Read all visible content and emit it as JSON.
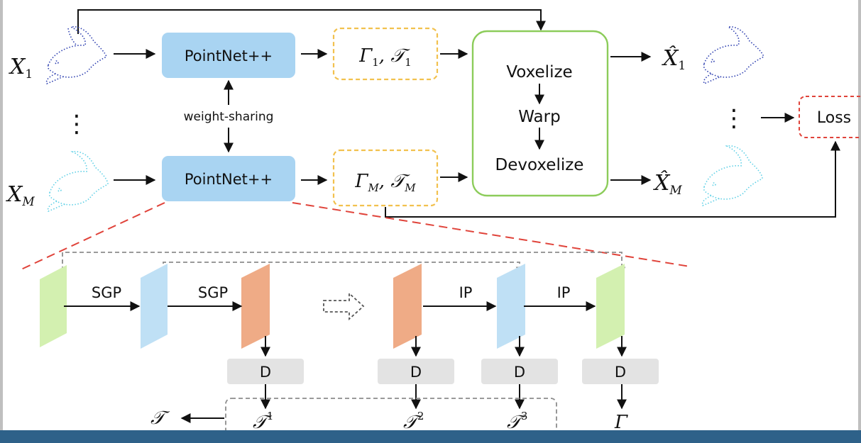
{
  "labels": {
    "x1": "X",
    "x1_sub": "1",
    "xm": "X",
    "xm_sub": "M",
    "xhat1": "X̂",
    "xhat1_sub": "1",
    "xhatm": "X̂",
    "xhatm_sub": "M",
    "pointnet_top": "PointNet++",
    "pointnet_bottom": "PointNet++",
    "weight_sharing": "weight-sharing",
    "gamma_tau_1": "Γ₁, 𝒯₁",
    "gamma_tau_m": "Γ_M, 𝒯_M",
    "gt1_gamma": "Γ",
    "gt1_sub1": "1",
    "gt1_tau": "𝒯",
    "gt1_sub2": "1",
    "gtm_gamma": "Γ",
    "gtm_sub1": "M",
    "gtm_tau": "𝒯",
    "gtm_sub2": "M",
    "voxelize": "Voxelize",
    "warp": "Warp",
    "devoxelize": "Devoxelize",
    "loss": "Loss",
    "sgp1": "SGP",
    "sgp2": "SGP",
    "ip1": "IP",
    "ip2": "IP",
    "d1": "D",
    "d2": "D",
    "d3": "D",
    "d4": "D",
    "tau": "𝒯",
    "tau_sup1": "1",
    "tau_sup2": "2",
    "tau_sup3": "3",
    "gamma_out": "Γ",
    "vdots": "⋮"
  },
  "colors": {
    "pointnet_fill": "#a9d4f2",
    "gamma_box_border": "#f2c14e",
    "voxel_box_border": "#8ccc5a",
    "loss_border": "#e0433a",
    "zoom_line": "#e0433a",
    "green_para": "#d3f0b0",
    "blue_para": "#bfe0f5",
    "orange_para": "#efab86",
    "d_box_fill": "#e3e3e3",
    "fish_top": "#2d3fb0",
    "fish_bottom": "#5fd0e6",
    "dashed_gray": "#8c8c8c"
  }
}
